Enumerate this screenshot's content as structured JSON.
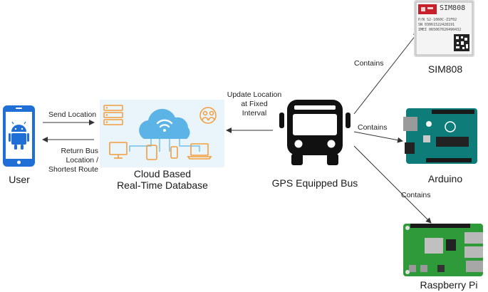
{
  "nodes": {
    "user": {
      "label": "User"
    },
    "cloud": {
      "label_line1": "Cloud Based",
      "label_line2": "Real-Time Database"
    },
    "bus": {
      "label": "GPS Equipped Bus"
    },
    "sim808": {
      "label": "SIM808",
      "chip_title": "SIM808",
      "chip_line1": "P/N S2-1060C-Z1F02",
      "chip_line2": "SN 03061522428191",
      "chip_line3": "IMEI 065067020490432"
    },
    "arduino": {
      "label": "Arduino"
    },
    "raspberry": {
      "label": "Raspberry Pi"
    }
  },
  "edges": {
    "send_location": "Send Location",
    "return_line1": "Return Bus",
    "return_line2": "Location /",
    "return_line3": "Shortest Route",
    "update_line1": "Update Location",
    "update_line2": "at Fixed",
    "update_line3": "Interval",
    "contains_sim": "Contains",
    "contains_arduino": "Contains",
    "contains_pi": "Contains"
  },
  "colors": {
    "phone": "#1f6fd6",
    "android": "#3ddc84",
    "cloud": "#5bb3e6",
    "cloud_orange": "#f39c3c",
    "bus": "#111111",
    "sim_red": "#c8202a",
    "arduino_teal": "#0e7d7a",
    "pi_green": "#2f9a3a",
    "arrow": "#333333"
  }
}
